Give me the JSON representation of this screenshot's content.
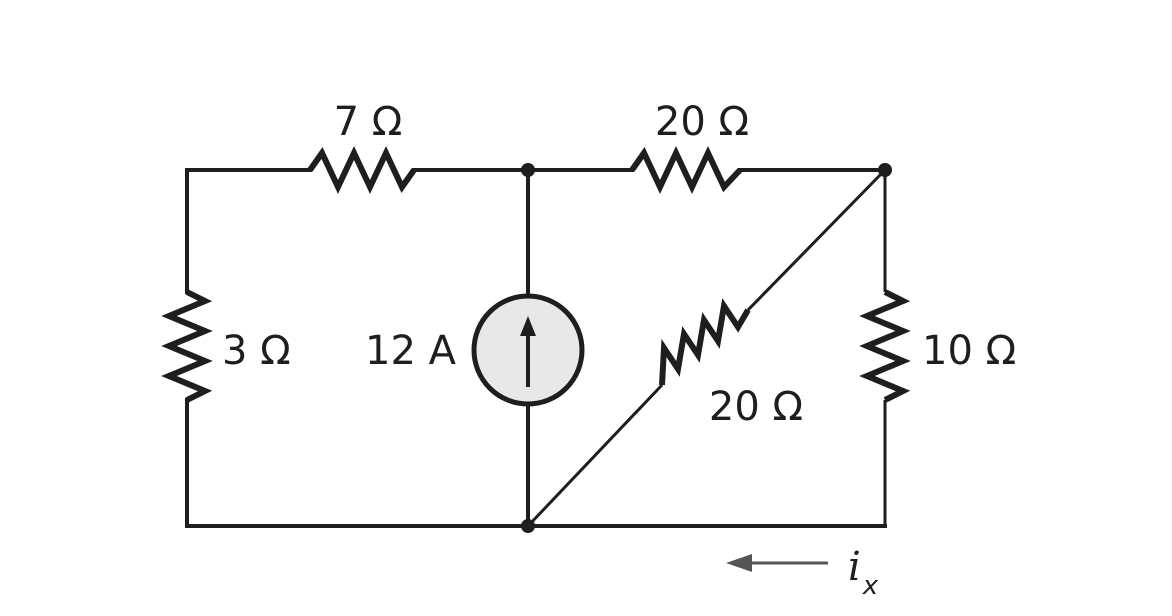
{
  "components": {
    "r_top_left": {
      "label": "7 Ω"
    },
    "r_top_right": {
      "label": "20 Ω"
    },
    "r_left": {
      "label": "3 Ω"
    },
    "current_source": {
      "label": "12 A"
    },
    "r_diagonal": {
      "label": "20 Ω"
    },
    "r_right": {
      "label": "10 Ω"
    }
  },
  "current_marker": {
    "symbol": "i",
    "subscript": "x"
  },
  "colors": {
    "wire": "#1e1e1e",
    "source_fill": "#e8e8e8",
    "arrow": "#555555"
  }
}
